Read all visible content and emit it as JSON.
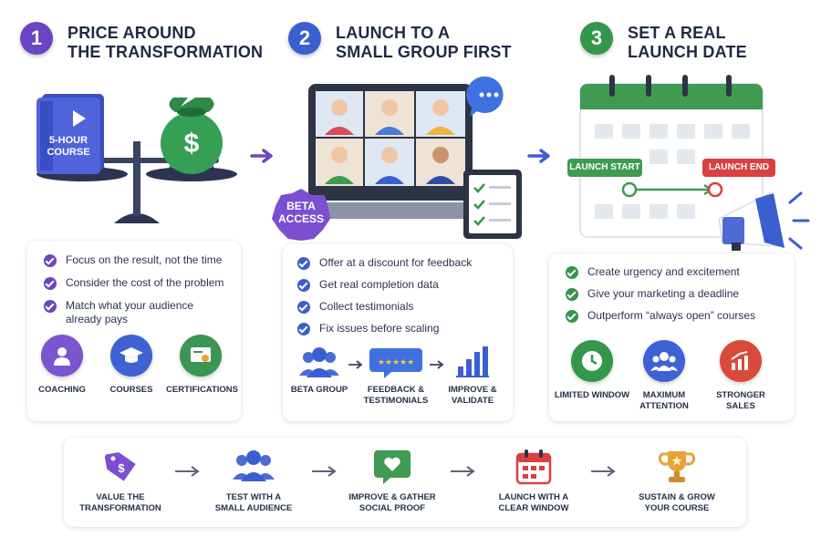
{
  "colors": {
    "step1": "#6b45c2",
    "step2": "#3a5fd0",
    "step3": "#34964a",
    "orange": "#e9a23b"
  },
  "steps": [
    {
      "number": "1",
      "title_line1": "PRICE AROUND",
      "title_line2": "THE TRANSFORMATION",
      "illustration": {
        "course_label_line1": "5-HOUR",
        "course_label_line2": "COURSE",
        "icons": [
          "play-icon",
          "money-bag-icon",
          "scale-icon"
        ]
      },
      "bullets": [
        "Focus on the result, not the time",
        "Consider the cost of the problem",
        "Match what your audience already pays"
      ],
      "icons": [
        {
          "label": "COACHING",
          "icon": "person-icon"
        },
        {
          "label": "COURSES",
          "icon": "graduation-cap-icon"
        },
        {
          "label": "CERTIFICATIONS",
          "icon": "certificate-icon"
        }
      ]
    },
    {
      "number": "2",
      "title_line1": "LAUNCH TO A",
      "title_line2": "SMALL GROUP FIRST",
      "illustration": {
        "badge_line1": "BETA",
        "badge_line2": "ACCESS",
        "icons": [
          "laptop-icon",
          "video-call-icon",
          "chat-bubble-icon",
          "checklist-icon"
        ]
      },
      "bullets": [
        "Offer at a discount for feedback",
        "Get real completion data",
        "Collect testimonials",
        "Fix issues before scaling"
      ],
      "flow": [
        {
          "label_line1": "BETA GROUP",
          "label_line2": "",
          "icon": "group-icon"
        },
        {
          "label_line1": "FEEDBACK &",
          "label_line2": "TESTIMONIALS",
          "icon": "rating-bubble-icon"
        },
        {
          "label_line1": "IMPROVE &",
          "label_line2": "VALIDATE",
          "icon": "bar-chart-icon"
        }
      ]
    },
    {
      "number": "3",
      "title_line1": "SET A REAL",
      "title_line2": "LAUNCH DATE",
      "illustration": {
        "launch_start": "LAUNCH START",
        "launch_end": "LAUNCH END",
        "icons": [
          "calendar-icon",
          "megaphone-icon"
        ]
      },
      "bullets": [
        "Create urgency and excitement",
        "Give your marketing a deadline",
        "Outperform “always open” courses"
      ],
      "icons": [
        {
          "label_line1": "LIMITED WINDOW",
          "label_line2": "",
          "icon": "clock-icon"
        },
        {
          "label_line1": "MAXIMUM",
          "label_line2": "ATTENTION",
          "icon": "audience-icon"
        },
        {
          "label_line1": "STRONGER",
          "label_line2": "SALES",
          "icon": "growth-chart-icon"
        }
      ]
    }
  ],
  "bottom_flow": [
    {
      "label_line1": "VALUE THE",
      "label_line2": "TRANSFORMATION",
      "icon": "price-tag-icon"
    },
    {
      "label_line1": "TEST WITH A",
      "label_line2": "SMALL AUDIENCE",
      "icon": "group-icon"
    },
    {
      "label_line1": "IMPROVE & GATHER",
      "label_line2": "SOCIAL PROOF",
      "icon": "heart-bubble-icon"
    },
    {
      "label_line1": "LAUNCH WITH A",
      "label_line2": "CLEAR WINDOW",
      "icon": "calendar-icon"
    },
    {
      "label_line1": "SUSTAIN & GROW",
      "label_line2": "YOUR COURSE",
      "icon": "trophy-icon"
    }
  ]
}
